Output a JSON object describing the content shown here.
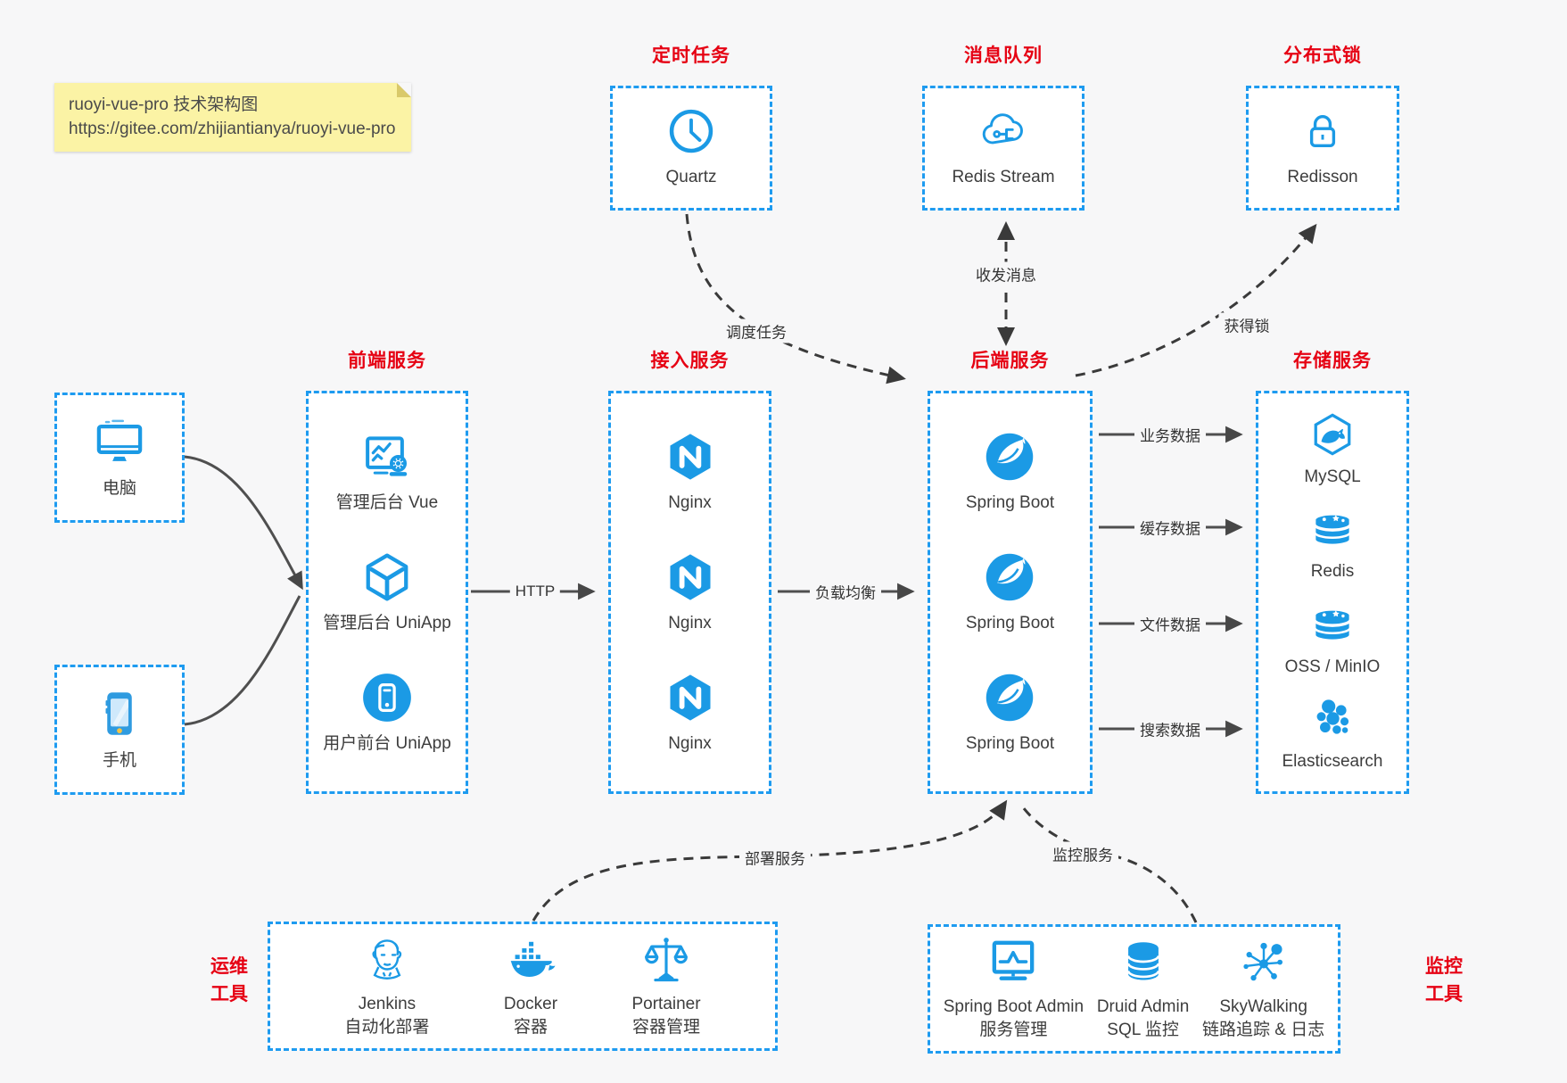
{
  "note": {
    "line1": "ruoyi-vue-pro 技术架构图",
    "line2": "https://gitee.com/zhijiantianya/ruoyi-vue-pro"
  },
  "colors": {
    "accent_blue": "#1b9ae5",
    "border_blue": "#1e9bf0",
    "title_red": "#e60113",
    "note_yellow": "#fbf3a5"
  },
  "top_groups": [
    {
      "title": "定时任务",
      "items": [
        {
          "icon": "clock",
          "label": "Quartz"
        }
      ]
    },
    {
      "title": "消息队列",
      "items": [
        {
          "icon": "cloud-stream",
          "label": "Redis Stream"
        }
      ]
    },
    {
      "title": "分布式锁",
      "items": [
        {
          "icon": "lock",
          "label": "Redisson"
        }
      ]
    }
  ],
  "clients": [
    {
      "icon": "desktop",
      "label": "电脑"
    },
    {
      "icon": "smartphone",
      "label": "手机"
    }
  ],
  "columns": [
    {
      "title": "前端服务",
      "items": [
        {
          "icon": "admin-vue",
          "label": "管理后台 Vue"
        },
        {
          "icon": "uniapp-cube",
          "label": "管理后台 UniApp"
        },
        {
          "icon": "user-app",
          "label": "用户前台 UniApp"
        }
      ]
    },
    {
      "title": "接入服务",
      "items": [
        {
          "icon": "nginx",
          "label": "Nginx"
        },
        {
          "icon": "nginx",
          "label": "Nginx"
        },
        {
          "icon": "nginx",
          "label": "Nginx"
        }
      ]
    },
    {
      "title": "后端服务",
      "items": [
        {
          "icon": "spring",
          "label": "Spring Boot"
        },
        {
          "icon": "spring",
          "label": "Spring Boot"
        },
        {
          "icon": "spring",
          "label": "Spring Boot"
        }
      ]
    },
    {
      "title": "存储服务",
      "items": [
        {
          "icon": "mysql",
          "label": "MySQL"
        },
        {
          "icon": "redis-stack",
          "label": "Redis"
        },
        {
          "icon": "redis-stack",
          "label": "OSS / MinIO"
        },
        {
          "icon": "elasticsearch",
          "label": "Elasticsearch"
        }
      ]
    }
  ],
  "bottom_groups": [
    {
      "side_title": [
        "运维",
        "工具"
      ],
      "items": [
        {
          "icon": "jenkins",
          "label": "Jenkins",
          "sublabel": "自动化部署"
        },
        {
          "icon": "docker",
          "label": "Docker",
          "sublabel": "容器"
        },
        {
          "icon": "portainer",
          "label": "Portainer",
          "sublabel": "容器管理"
        }
      ]
    },
    {
      "side_title": [
        "监控",
        "工具"
      ],
      "items": [
        {
          "icon": "sba",
          "label": "Spring Boot Admin",
          "sublabel": "服务管理"
        },
        {
          "icon": "druid",
          "label": "Druid Admin",
          "sublabel": "SQL 监控"
        },
        {
          "icon": "skywalking",
          "label": "SkyWalking",
          "sublabel": "链路追踪 & 日志"
        }
      ]
    }
  ],
  "connectors": {
    "http": "HTTP",
    "load_balance": "负载均衡",
    "business_data": "业务数据",
    "cache_data": "缓存数据",
    "file_data": "文件数据",
    "search_data": "搜索数据",
    "schedule": "调度任务",
    "messages": "收发消息",
    "acquire_lock": "获得锁",
    "deploy": "部署服务",
    "monitor": "监控服务"
  }
}
